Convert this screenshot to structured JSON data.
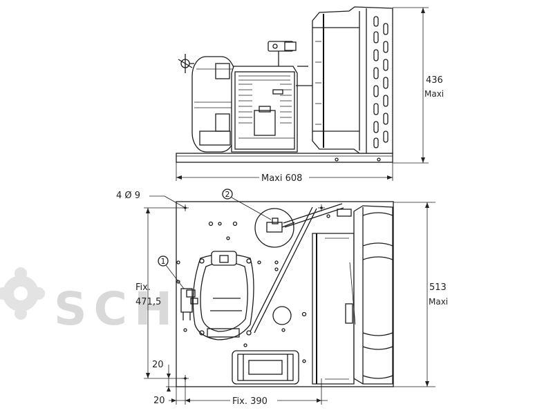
{
  "watermark": {
    "brand": "SCHIESSL",
    "color": "#d9d9d9"
  },
  "side_view": {
    "height_value": "436",
    "height_label": "Maxi",
    "width_label": "Maxi 608"
  },
  "top_view": {
    "holes_label": "4 Ø 9",
    "depth_value": "513",
    "depth_label": "Maxi",
    "fix_depth_label": "Fix.",
    "fix_depth_value": "471,5",
    "offset_y": "20",
    "offset_x": "20",
    "fix_width_label": "Fix. 390",
    "callouts": [
      "1",
      "2"
    ]
  }
}
